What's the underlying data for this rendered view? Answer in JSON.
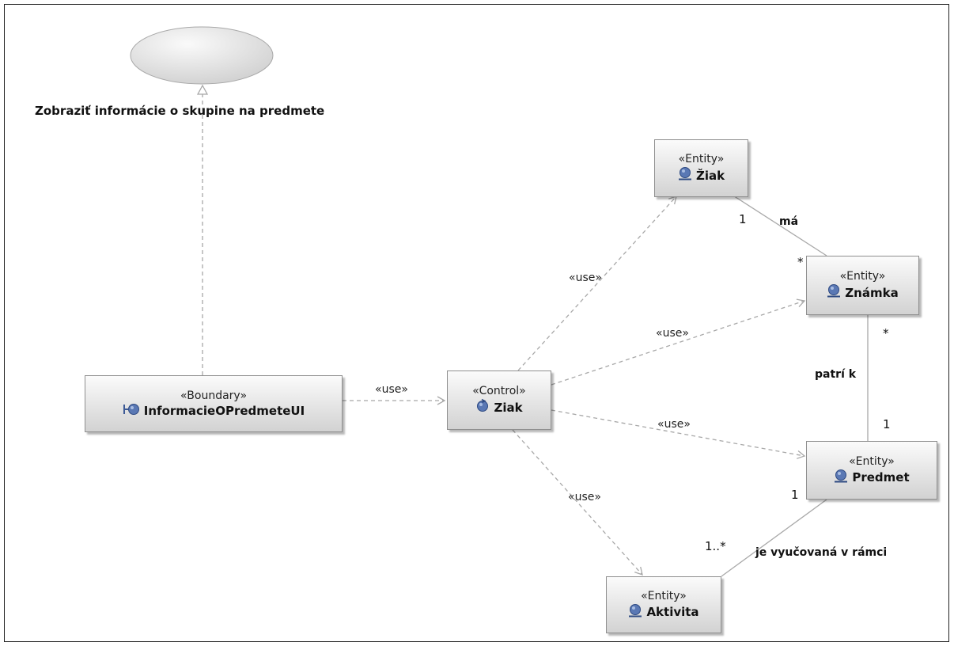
{
  "use_case": {
    "name": "Zobraziť informácie o skupine na predmete"
  },
  "classes": {
    "boundary": {
      "stereotype": "«Boundary»",
      "name": "InformacieOPredmeteUI",
      "icon": "boundary-icon"
    },
    "control": {
      "stereotype": "«Control»",
      "name": "Ziak",
      "icon": "control-icon"
    },
    "ziak": {
      "stereotype": "«Entity»",
      "name": "Žiak",
      "icon": "entity-icon"
    },
    "znamka": {
      "stereotype": "«Entity»",
      "name": "Známka",
      "icon": "entity-icon"
    },
    "predmet": {
      "stereotype": "«Entity»",
      "name": "Predmet",
      "icon": "entity-icon"
    },
    "aktivita": {
      "stereotype": "«Entity»",
      "name": "Aktivita",
      "icon": "entity-icon"
    }
  },
  "dependencies": {
    "boundary_control": "«use»",
    "control_ziak": "«use»",
    "control_znamka": "«use»",
    "control_predmet": "«use»",
    "control_aktivita": "«use»"
  },
  "associations": {
    "ma": {
      "name": "má",
      "source_mult": "1",
      "target_mult": "*"
    },
    "patri_k": {
      "name": "patrí k",
      "source_mult": "*",
      "target_mult": "1"
    },
    "vyucovana": {
      "name": "je vyučovaná v rámci",
      "source_mult": "1",
      "target_mult": "1..*"
    }
  },
  "colors": {
    "entity_icon": "#5a78b4",
    "box_border": "#8f8f8f",
    "dependency_line": "#a8a8a8",
    "association_line": "#a8a8a8"
  }
}
